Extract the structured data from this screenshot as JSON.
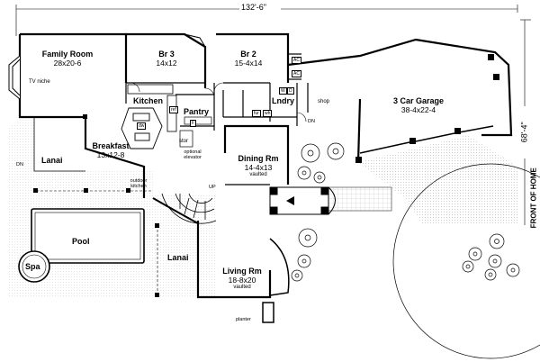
{
  "dimensions": {
    "overall_width": "132'-6\"",
    "depth": "68'-4\"",
    "front_label": "FRONT OF HOME"
  },
  "rooms": {
    "family_room": {
      "name": "Family Room",
      "size": "28x20-6"
    },
    "br3": {
      "name": "Br 3",
      "size": "14x12"
    },
    "br2": {
      "name": "Br 2",
      "size": "15-4x14"
    },
    "garage": {
      "name": "3 Car Garage",
      "size": "38-4x22-4"
    },
    "kitchen": {
      "name": "Kitchen"
    },
    "pantry": {
      "name": "Pantry"
    },
    "laundry": {
      "name": "Lndry"
    },
    "breakfast": {
      "name": "Breakfast",
      "size": "13x12-8"
    },
    "dining": {
      "name": "Dining Rm",
      "size": "14-4x13",
      "note": "vaulted"
    },
    "living": {
      "name": "Living Rm",
      "size": "18-8x20",
      "note": "vaulted"
    },
    "lanai_left": {
      "name": "Lanai"
    },
    "lanai_right": {
      "name": "Lanai"
    },
    "pool": {
      "name": "Pool"
    },
    "spa": {
      "name": "Spa"
    }
  },
  "annotations": {
    "tv_niche": "TV niche",
    "outdoor_kitchen": "outdoor kitchen",
    "optional_elevator": "optional elevator",
    "stor": "stor",
    "shop": "shop",
    "dn_left": "DN",
    "dn_garage": "DN",
    "up": "UP",
    "planter": "planter",
    "ac1": "AC",
    "ac2": "AC",
    "w": "W",
    "d": "D",
    "f": "F",
    "fur": "fur",
    "wh": "wh",
    "ref": "ref",
    "dw": "dw"
  },
  "colors": {
    "line": "#000000",
    "background": "#ffffff"
  }
}
